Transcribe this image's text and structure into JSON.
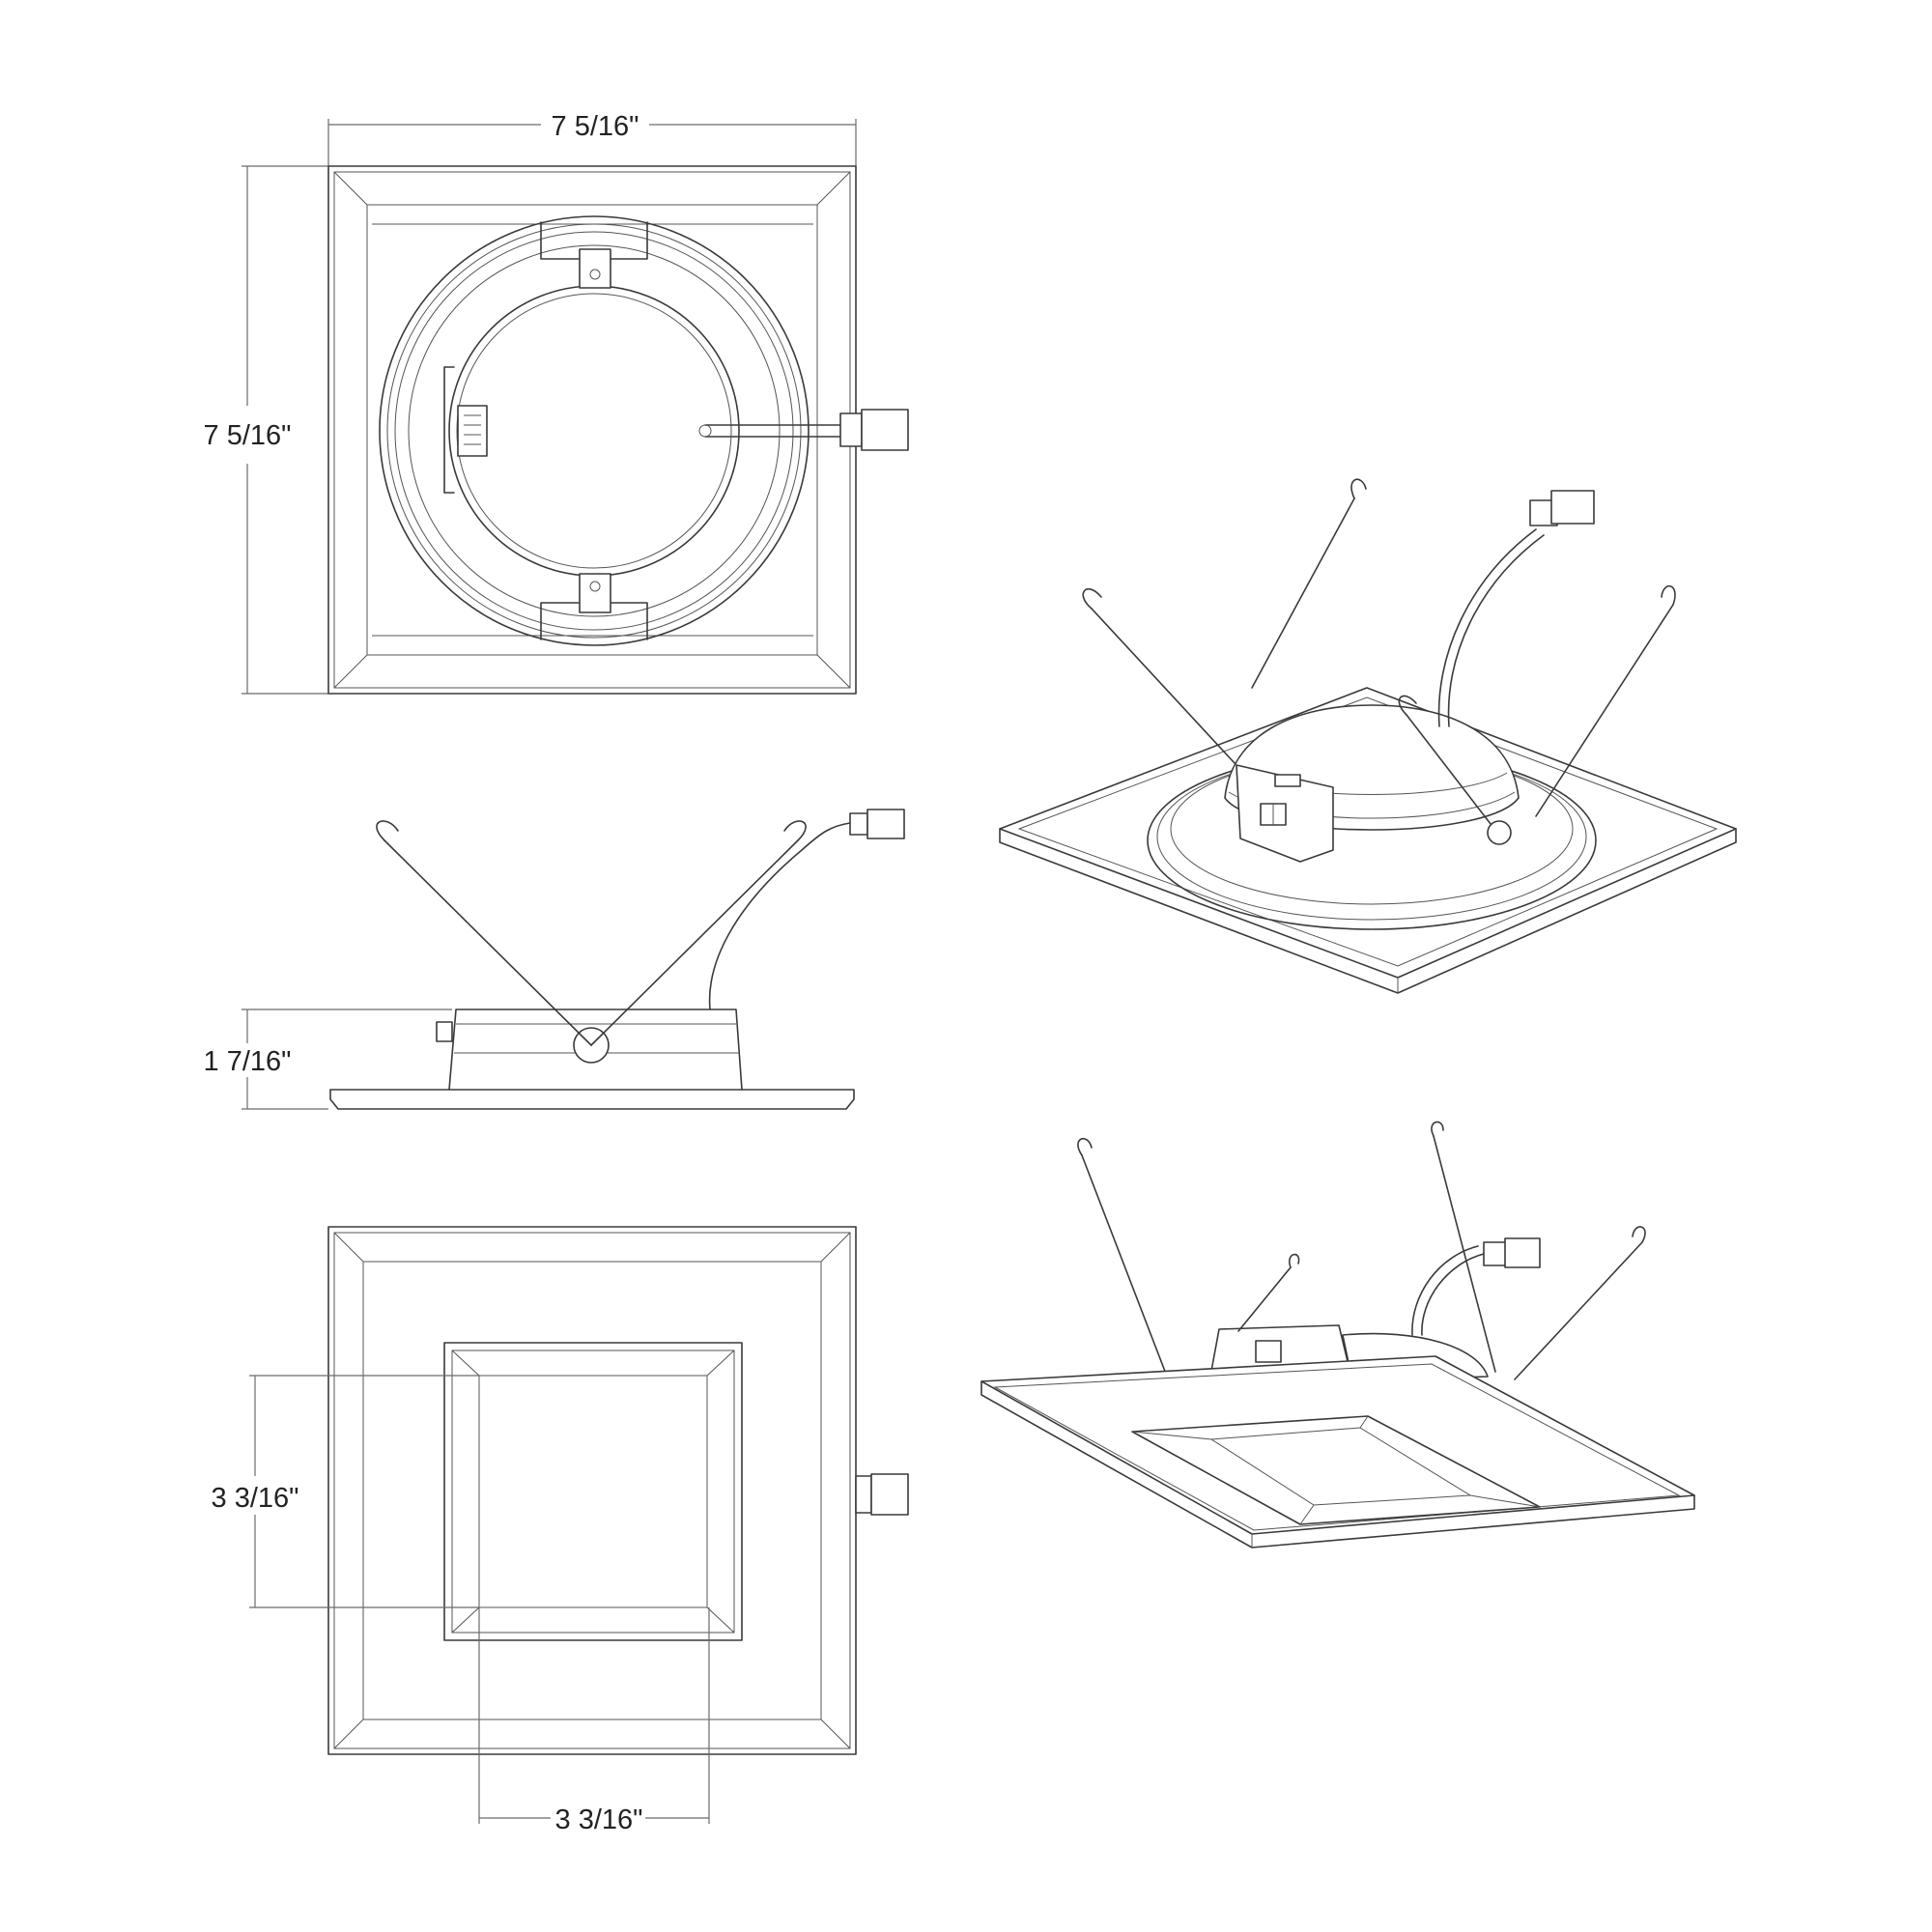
{
  "dimensions": {
    "top_view_width": "7 5/16\"",
    "top_view_height": "7 5/16\"",
    "side_view_height": "1 7/16\"",
    "aperture_height": "3 3/16\"",
    "aperture_width": "3 3/16\""
  },
  "views": [
    "top-view-back",
    "side-view",
    "front-view-trim",
    "iso-view-top",
    "iso-view-bottom"
  ]
}
